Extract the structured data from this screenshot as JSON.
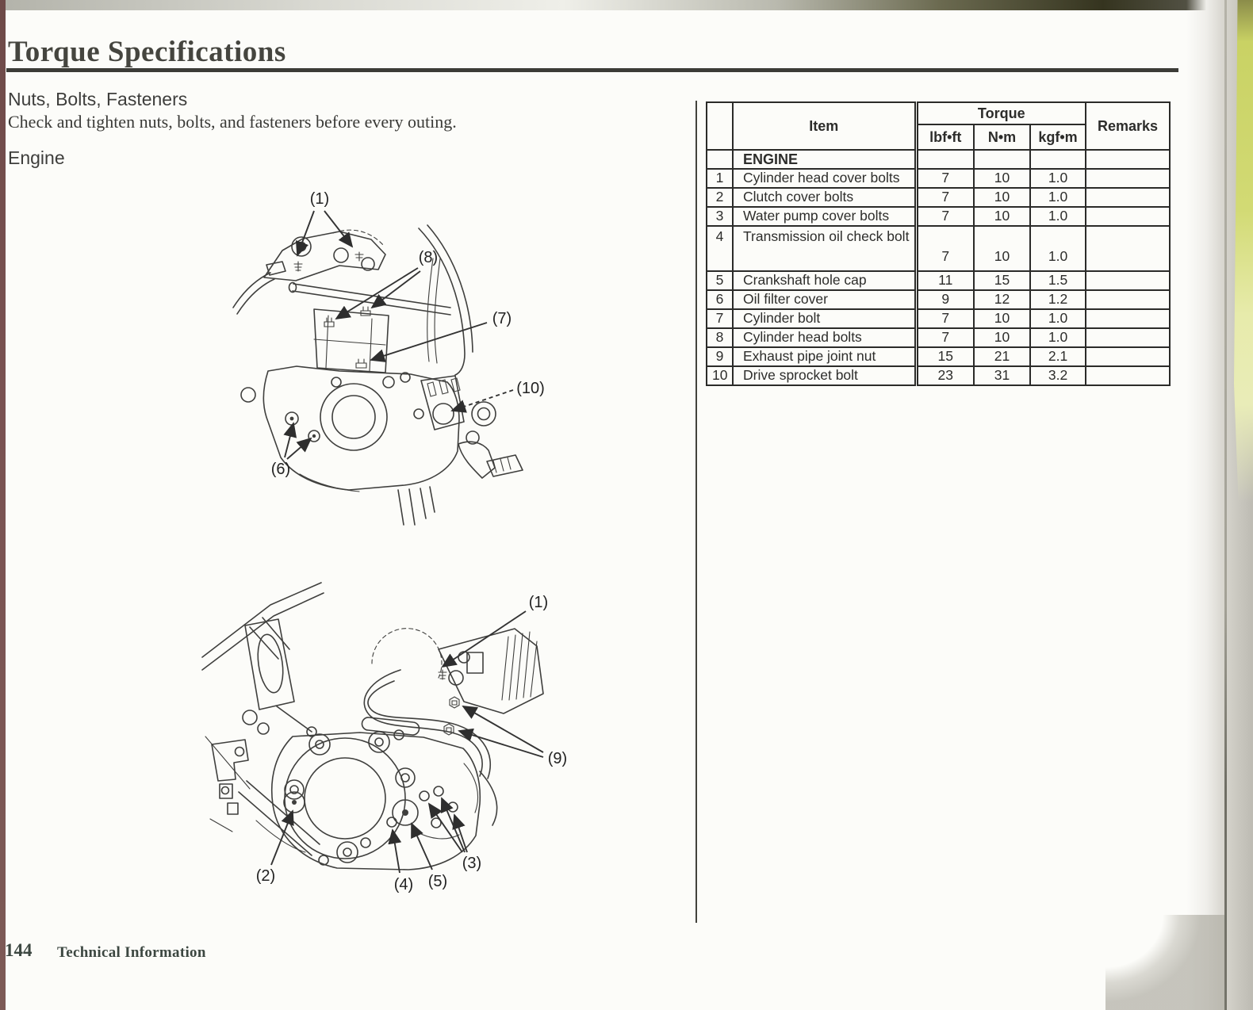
{
  "colors": {
    "page_bg": "#fcfcf9",
    "ink": "#2d2d2b",
    "title_ink": "#45453f",
    "edge_left": "#7a5252",
    "edge_yellow": "#c9d264",
    "edge_gray": "#cbc9c1",
    "footer_ink": "#3c4741"
  },
  "header": {
    "title": "Torque Specifications",
    "section": "Nuts, Bolts, Fasteners",
    "lede": "Check and tighten nuts, bolts, and fasteners before every outing.",
    "subsection": "Engine"
  },
  "table": {
    "item_header": "Item",
    "torque_header": "Torque",
    "remarks_header": "Remarks",
    "units": [
      "lbf•ft",
      "N•m",
      "kgf•m"
    ],
    "section_label": "ENGINE",
    "rows": [
      {
        "num": "1",
        "item": "Cylinder head cover bolts",
        "lbfft": "7",
        "nm": "10",
        "kgfm": "1.0"
      },
      {
        "num": "2",
        "item": "Clutch cover bolts",
        "lbfft": "7",
        "nm": "10",
        "kgfm": "1.0"
      },
      {
        "num": "3",
        "item": "Water pump cover bolts",
        "lbfft": "7",
        "nm": "10",
        "kgfm": "1.0"
      },
      {
        "num": "4",
        "item": "Transmission oil check bolt",
        "lbfft": "7",
        "nm": "10",
        "kgfm": "1.0"
      },
      {
        "num": "5",
        "item": "Crankshaft hole cap",
        "lbfft": "11",
        "nm": "15",
        "kgfm": "1.5"
      },
      {
        "num": "6",
        "item": "Oil filter cover",
        "lbfft": "9",
        "nm": "12",
        "kgfm": "1.2"
      },
      {
        "num": "7",
        "item": "Cylinder bolt",
        "lbfft": "7",
        "nm": "10",
        "kgfm": "1.0"
      },
      {
        "num": "8",
        "item": "Cylinder head bolts",
        "lbfft": "7",
        "nm": "10",
        "kgfm": "1.0"
      },
      {
        "num": "9",
        "item": "Exhaust pipe joint nut",
        "lbfft": "15",
        "nm": "21",
        "kgfm": "2.1"
      },
      {
        "num": "10",
        "item": "Drive sprocket bolt",
        "lbfft": "23",
        "nm": "31",
        "kgfm": "3.2"
      }
    ]
  },
  "diagrams": {
    "top_callouts": [
      "(1)",
      "(8)",
      "(7)",
      "(10)",
      "(6)"
    ],
    "bottom_callouts": [
      "(1)",
      "(9)",
      "(3)",
      "(4)",
      "(5)",
      "(2)"
    ]
  },
  "footer": {
    "page_number": "144",
    "text": "Technical Information"
  }
}
